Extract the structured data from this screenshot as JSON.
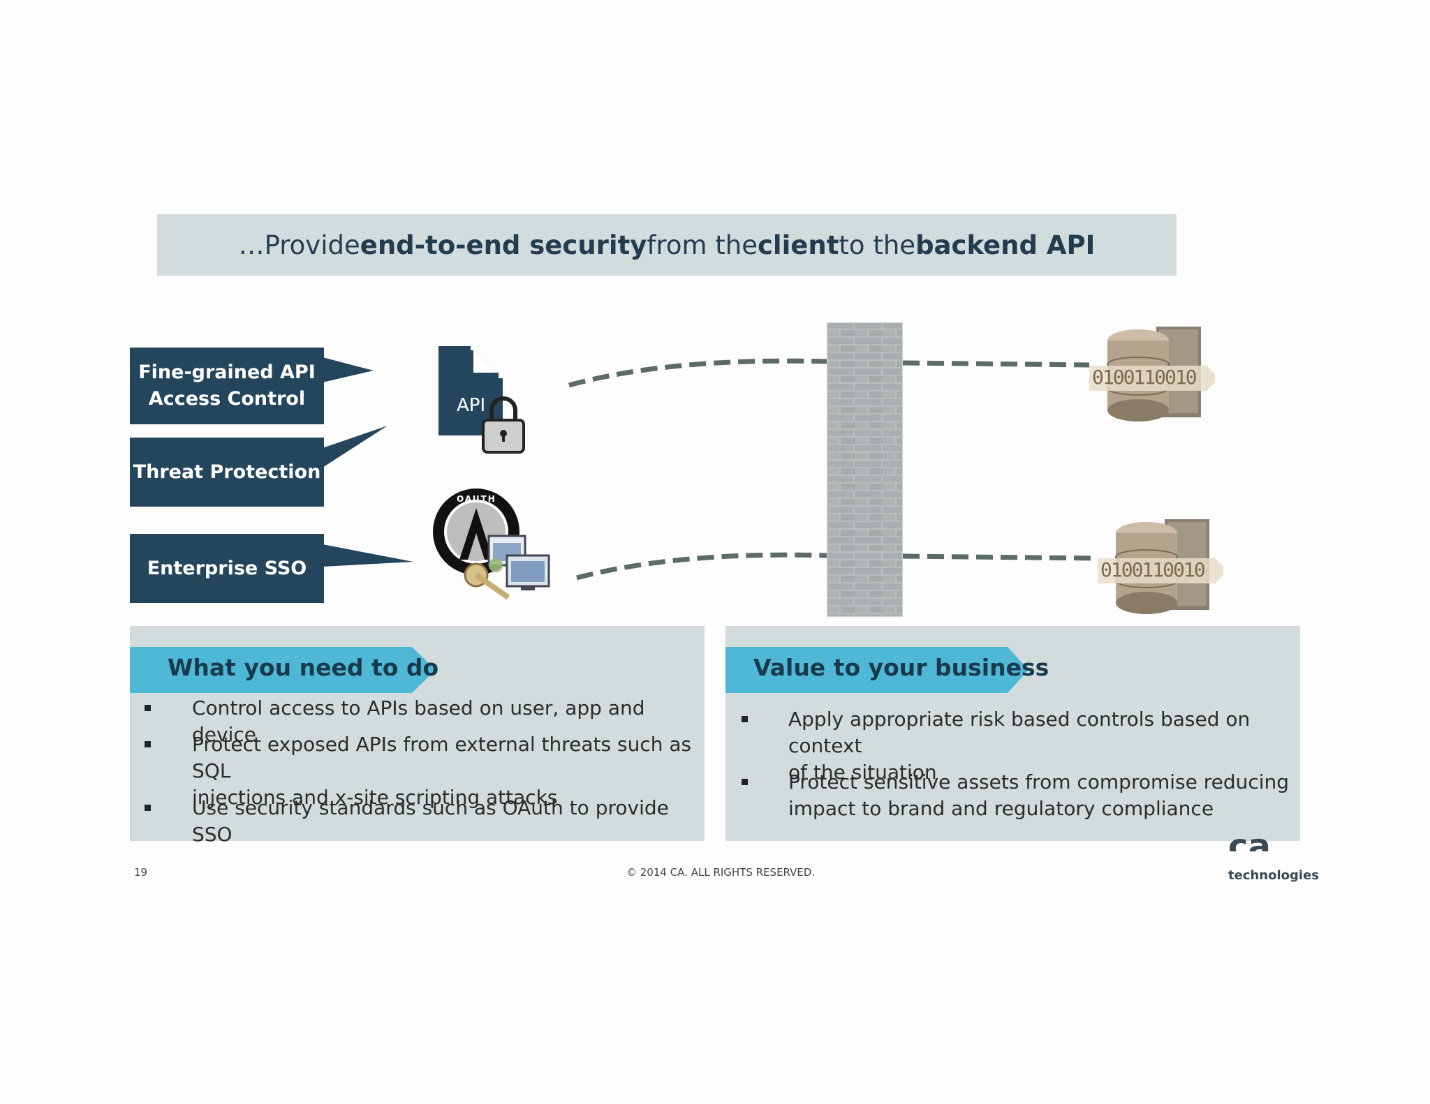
{
  "headline": {
    "prefix": "…Provide ",
    "b1": "end-to-end security",
    "mid1": " from the ",
    "b2": "client",
    "mid2": " to the ",
    "b3": "backend API"
  },
  "callouts": {
    "fine_grained_line1": "Fine-grained API",
    "fine_grained_line2": "Access Control",
    "threat": "Threat Protection",
    "sso": "Enterprise SSO"
  },
  "api_doc_label": "API",
  "oauth_label": "OAUTH",
  "db_binary_top": "0100110010",
  "db_binary_bottom": "0100110010",
  "left_panel": {
    "title": "What you need to do",
    "bullets": [
      {
        "line1": "Control access to APIs based on user, app and device",
        "line2": ""
      },
      {
        "line1": "Protect exposed APIs from external threats such as SQL",
        "line2": "injections and x-site scripting attacks"
      },
      {
        "line1": "Use security standards such as OAuth to provide SSO",
        "line2": ""
      }
    ]
  },
  "right_panel": {
    "title": "Value to your business",
    "bullets": [
      {
        "line1": "Apply appropriate risk based controls based on context",
        "line2": "of the situation"
      },
      {
        "line1": "Protect sensitive assets from compromise reducing",
        "line2": "impact to brand and regulatory compliance"
      }
    ]
  },
  "footer": {
    "page_number": "19",
    "copyright": "© 2014 CA. ALL RIGHTS RESERVED.",
    "logo_mark": "ca",
    "logo_word": "technologies"
  },
  "colors": {
    "dark_navy": "#24465c",
    "panel_gray": "#d3dcdd",
    "accent_blue": "#4fb8d6",
    "dash_gray": "#5b6b68"
  }
}
